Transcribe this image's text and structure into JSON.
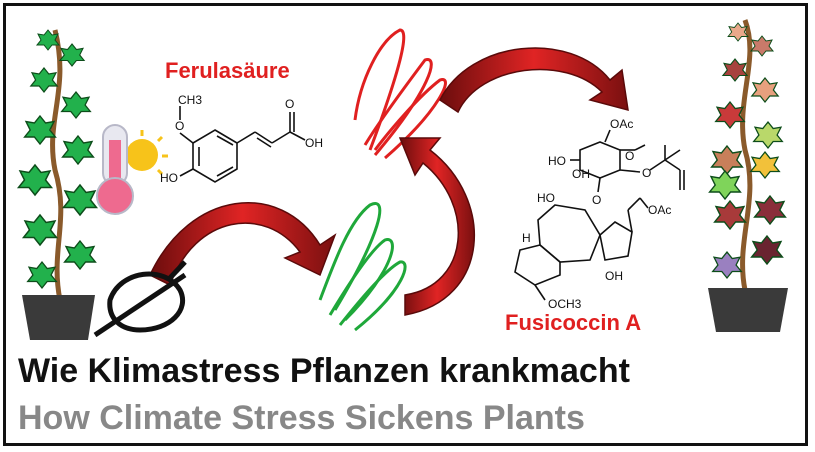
{
  "labels": {
    "ferulic_acid": "Ferulasäure",
    "fusicoccin": "Fusicoccin A"
  },
  "chem_text": {
    "ferulic_och3": "O",
    "ferulic_ch3": "CH3",
    "ferulic_ho": "HO",
    "ferulic_o": "O",
    "ferulic_oh": "OH",
    "fc_oac_top": "OAc",
    "fc_ho_left": "HO",
    "fc_o_ring": "O",
    "fc_o_right": "O",
    "fc_oh_ring": "OH",
    "fc_ho_mid": "HO",
    "fc_o_link": "O",
    "fc_oac_right": "OAc",
    "fc_h": "H",
    "fc_oh_bottom": "OH",
    "fc_och3": "OCH3"
  },
  "titles": {
    "german": "Wie Klimastress Pflanzen krankmacht",
    "english": "How Climate Stress Sickens Plants"
  },
  "colors": {
    "red_label": "#e02020",
    "arrow_red": "#d81f1f",
    "leaf_green": "#1fa83a",
    "stem_brown": "#8a5a2b",
    "pot": "#3a3a3a"
  }
}
